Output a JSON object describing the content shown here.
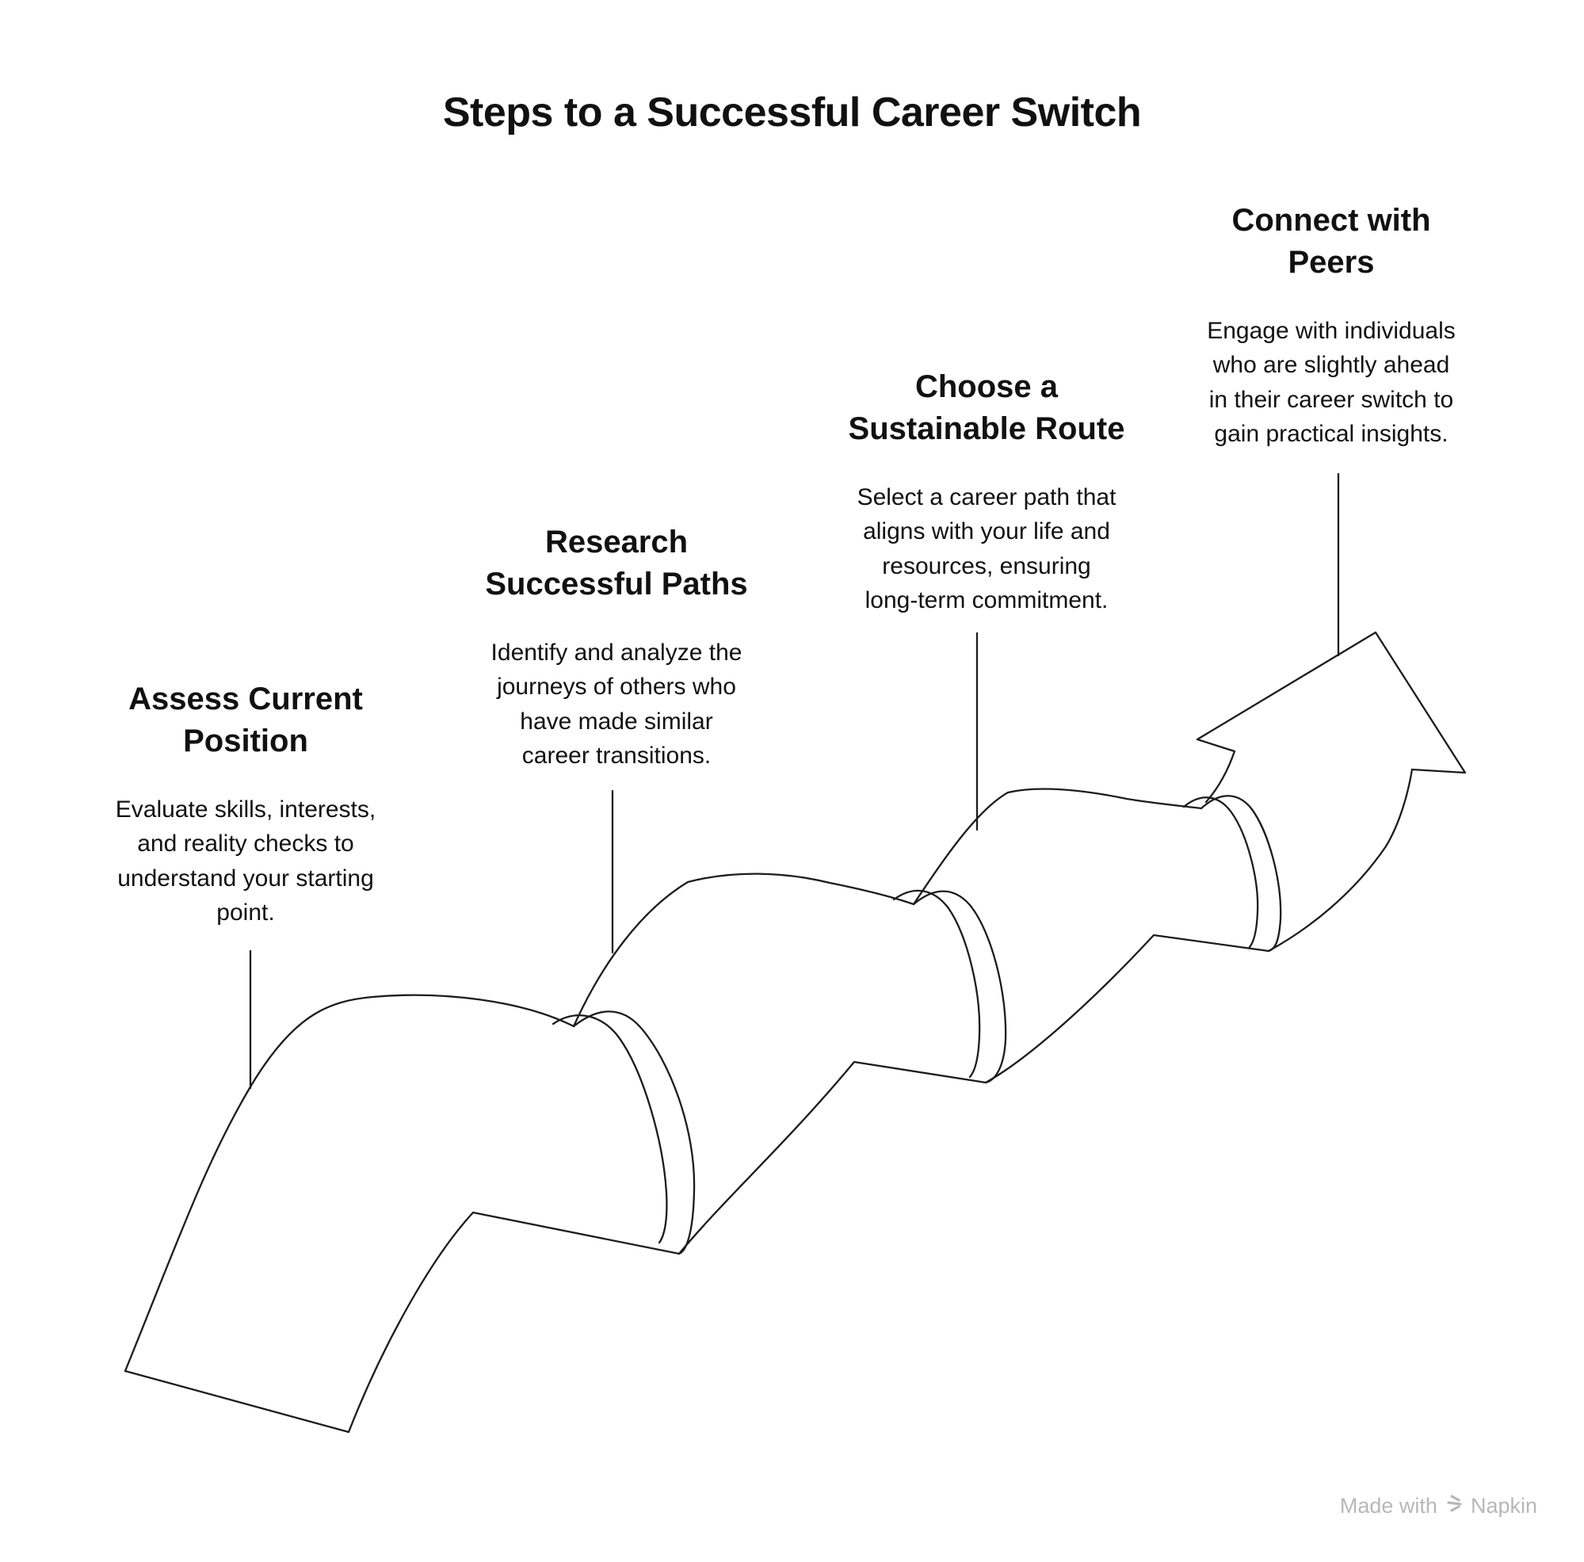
{
  "title": "Steps to a Successful Career Switch",
  "steps": [
    {
      "heading": "Assess Current\nPosition",
      "body": "Evaluate skills, interests,\nand reality checks to\nunderstand your starting\npoint."
    },
    {
      "heading": "Research\nSuccessful Paths",
      "body": "Identify and analyze the\njourneys of others who\nhave made similar\ncareer transitions."
    },
    {
      "heading": "Choose a\nSustainable Route",
      "body": "Select a career path that\naligns with your life and\nresources, ensuring\nlong-term commitment."
    },
    {
      "heading": "Connect with\nPeers",
      "body": "Engage with individuals\nwho are slightly ahead\nin their career switch to\ngain practical insights."
    }
  ],
  "watermark": {
    "prefix": "Made with",
    "brand": "Napkin"
  },
  "colors": {
    "ink": "#1c1c1c",
    "text": "#111111",
    "watermark": "#b5b8ba",
    "background": "#ffffff"
  }
}
